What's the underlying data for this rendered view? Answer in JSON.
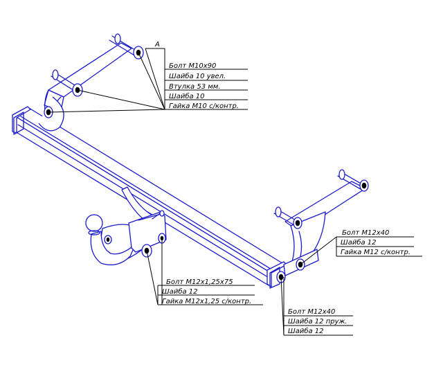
{
  "callouts": {
    "top": {
      "letter": "А",
      "lines": [
        "Болт М10х90",
        "Шайба 10 увел.",
        "Втулка 53 мм.",
        "Шайба 10",
        "Гайка М10 с/контр."
      ]
    },
    "right": {
      "lines": [
        "Болт М12х40",
        "Шайба 12",
        "Гайка М12 с/контр."
      ]
    },
    "middle": {
      "lines": [
        "Болт М12х1,25х75",
        "Шайба 12",
        "Гайка М12х1,25 с/контр."
      ]
    },
    "bottom": {
      "lines": [
        "Болт М12х40",
        "Шайба 12 пруж.",
        "Шайба 12"
      ]
    }
  },
  "colors": {
    "outline": "#1a1acc",
    "annotation": "#000000"
  }
}
